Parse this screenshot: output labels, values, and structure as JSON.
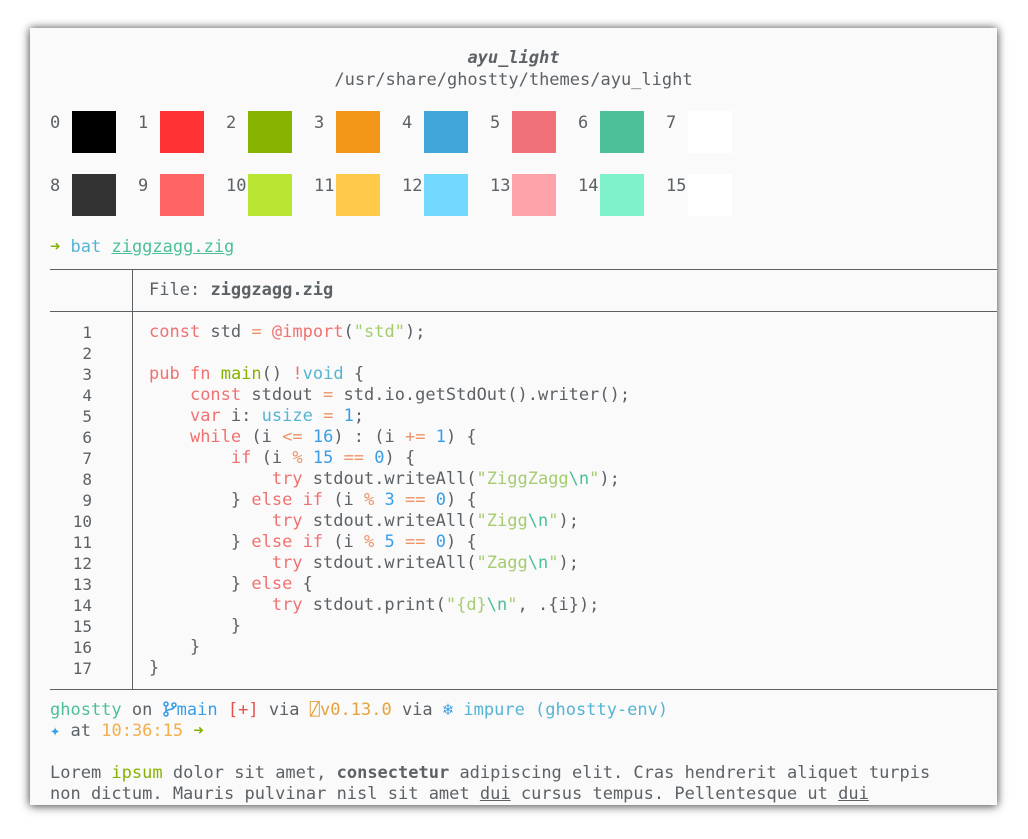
{
  "header": {
    "theme_name": "ayu_light",
    "theme_path": "/usr/share/ghostty/themes/ayu_light"
  },
  "palette": [
    {
      "index": "0",
      "color": "#000000"
    },
    {
      "index": "1",
      "color": "#ff3333"
    },
    {
      "index": "2",
      "color": "#86b300"
    },
    {
      "index": "3",
      "color": "#f29718"
    },
    {
      "index": "4",
      "color": "#41a6d9"
    },
    {
      "index": "5",
      "color": "#f07178"
    },
    {
      "index": "6",
      "color": "#4dbf99"
    },
    {
      "index": "7",
      "color": "#ffffff"
    },
    {
      "index": "8",
      "color": "#323232"
    },
    {
      "index": "9",
      "color": "#ff6565"
    },
    {
      "index": "10",
      "color": "#b8e532"
    },
    {
      "index": "11",
      "color": "#ffc94a"
    },
    {
      "index": "12",
      "color": "#73d8ff"
    },
    {
      "index": "13",
      "color": "#ffa3aa"
    },
    {
      "index": "14",
      "color": "#7ff1cb"
    },
    {
      "index": "15",
      "color": "#ffffff"
    }
  ],
  "command": {
    "arrow": "➜",
    "program": "bat",
    "argument": "ziggzagg.zig"
  },
  "bat": {
    "file_label": "File:",
    "file_name": "ziggzagg.zig",
    "line_numbers": [
      "1",
      "2",
      "3",
      "4",
      "5",
      "6",
      "7",
      "8",
      "9",
      "10",
      "11",
      "12",
      "13",
      "14",
      "15",
      "16",
      "17"
    ]
  },
  "prompt": {
    "dir": "ghostty",
    "on": "on",
    "branch_icon": "git-branch-icon",
    "branch": "main",
    "status": "[+]",
    "via1": "via",
    "zig_icon": "zig-icon",
    "zig_glyph": "⍁",
    "zig_version": "v0.13.0",
    "via2": "via",
    "nix_icon": "snowflake-icon",
    "nix_glyph": "❄",
    "nix_label": "impure (ghostty-env)",
    "star": "✦",
    "at": "at",
    "time": "10:36:15",
    "arrow": "➜"
  },
  "lorem": {
    "w1": "Lorem ",
    "w2": "ipsum",
    "w3": " dolor sit amet, ",
    "w4": "consectetur",
    "w5": " adipiscing elit. Cras hendrerit aliquet turpis",
    "w6": "non dictum. Mauris pulvinar nisl sit amet ",
    "w7": "dui",
    "w8": " cursus tempus. Pellentesque ut ",
    "w9": "dui"
  }
}
